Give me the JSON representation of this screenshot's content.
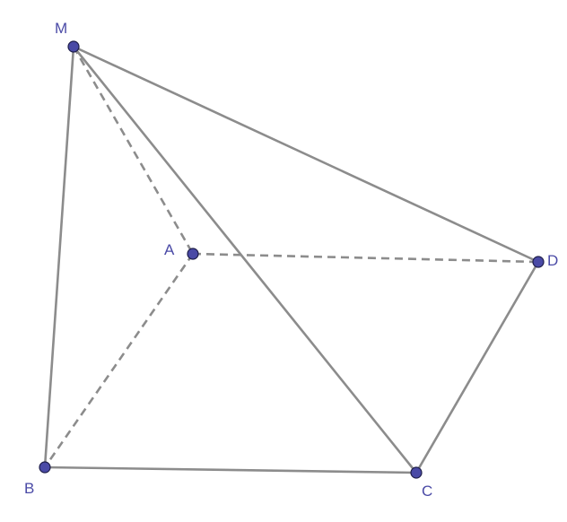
{
  "diagram": {
    "points": {
      "M": {
        "label": "M"
      },
      "A": {
        "label": "A"
      },
      "B": {
        "label": "B"
      },
      "C": {
        "label": "C"
      },
      "D": {
        "label": "D"
      }
    },
    "edges": [
      {
        "from": "M",
        "to": "B",
        "style": "solid"
      },
      {
        "from": "M",
        "to": "C",
        "style": "solid"
      },
      {
        "from": "M",
        "to": "D",
        "style": "solid"
      },
      {
        "from": "B",
        "to": "C",
        "style": "solid"
      },
      {
        "from": "C",
        "to": "D",
        "style": "solid"
      },
      {
        "from": "M",
        "to": "A",
        "style": "dashed"
      },
      {
        "from": "A",
        "to": "B",
        "style": "dashed"
      },
      {
        "from": "A",
        "to": "D",
        "style": "dashed"
      }
    ],
    "colors": {
      "edge": "#8c8c8c",
      "point_fill": "#4a4aa6",
      "label": "#4a4aa6"
    }
  }
}
